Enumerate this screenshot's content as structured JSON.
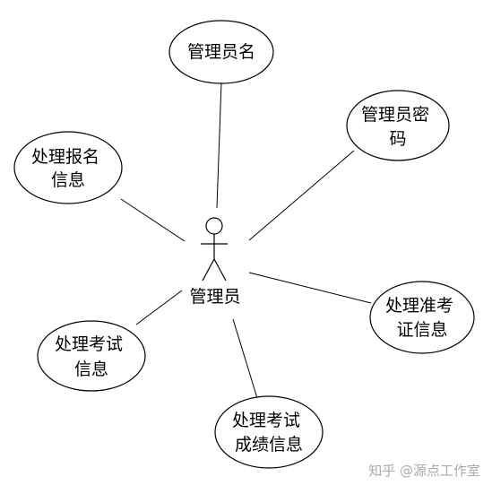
{
  "actor": {
    "label": "管理员"
  },
  "use_cases": [
    {
      "id": "admin-name",
      "lines": [
        "管理员名"
      ]
    },
    {
      "id": "admin-password",
      "lines": [
        "管理员密",
        "码"
      ]
    },
    {
      "id": "handle-registration",
      "lines": [
        "处理报名",
        "信息"
      ]
    },
    {
      "id": "handle-admission-ticket",
      "lines": [
        "处理准考",
        "证信息"
      ]
    },
    {
      "id": "handle-exam-info",
      "lines": [
        "处理考试",
        "信息"
      ]
    },
    {
      "id": "handle-exam-scores",
      "lines": [
        "处理考试",
        "成绩信息"
      ]
    }
  ],
  "watermark": {
    "text": "知乎 @源点工作室"
  }
}
